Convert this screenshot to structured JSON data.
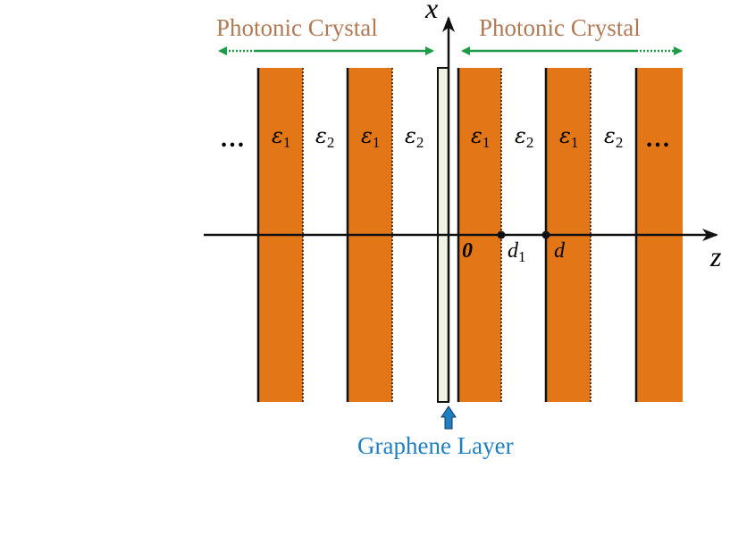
{
  "colors": {
    "layer": "#e37718",
    "graphene_fill": "#eef3e2",
    "crystal_label": "#b07a55",
    "arrow_green": "#1e9a48",
    "graphene_label": "#1f7fc0",
    "graphene_arrow": "#1f7fc0",
    "axis": "#111111"
  },
  "labels": {
    "crystal_left": "Photonic Crystal",
    "crystal_right": "Photonic Crystal",
    "axis_x": "x",
    "axis_z": "z",
    "origin": "0",
    "d1_main": "d",
    "d1_sub": "1",
    "d": "d",
    "graphene": "Graphene Layer",
    "dots_left": "…",
    "dots_right": "…"
  },
  "layers": [
    {
      "eps": "ε",
      "sub": "1"
    },
    {
      "eps": "ε",
      "sub": "2"
    },
    {
      "eps": "ε",
      "sub": "1"
    },
    {
      "eps": "ε",
      "sub": "2"
    },
    {
      "eps": "ε",
      "sub": "1"
    },
    {
      "eps": "ε",
      "sub": "2"
    },
    {
      "eps": "ε",
      "sub": "1"
    },
    {
      "eps": "ε",
      "sub": "2"
    }
  ],
  "icons": {
    "graphene_pointer": "up-arrow-icon"
  }
}
